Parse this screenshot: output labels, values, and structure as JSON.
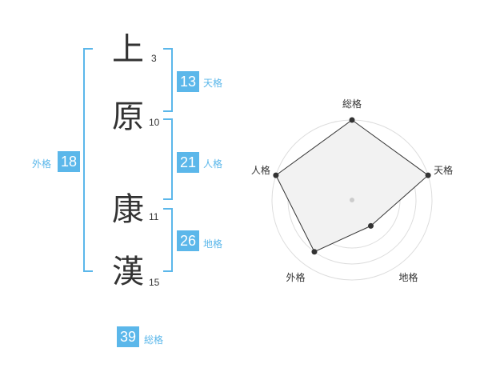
{
  "name": {
    "chars": [
      {
        "char": "上",
        "strokes": "3"
      },
      {
        "char": "原",
        "strokes": "10"
      },
      {
        "char": "康",
        "strokes": "11"
      },
      {
        "char": "漢",
        "strokes": "15"
      }
    ]
  },
  "fortunes": {
    "tenkaku": {
      "value": "13",
      "label": "天格"
    },
    "jinkaku": {
      "value": "21",
      "label": "人格"
    },
    "chikaku": {
      "value": "26",
      "label": "地格"
    },
    "gaikaku": {
      "value": "18",
      "label": "外格"
    },
    "soukaku": {
      "value": "39",
      "label": "総格"
    }
  },
  "chart_data": {
    "type": "radar",
    "axes": [
      "総格",
      "天格",
      "地格",
      "外格",
      "人格"
    ],
    "values": [
      5,
      5,
      2,
      4,
      5
    ],
    "max": 5,
    "rings": 5,
    "fill_color": "#f2f2f2",
    "line_color": "#333333",
    "ring_color": "#dddddd"
  }
}
